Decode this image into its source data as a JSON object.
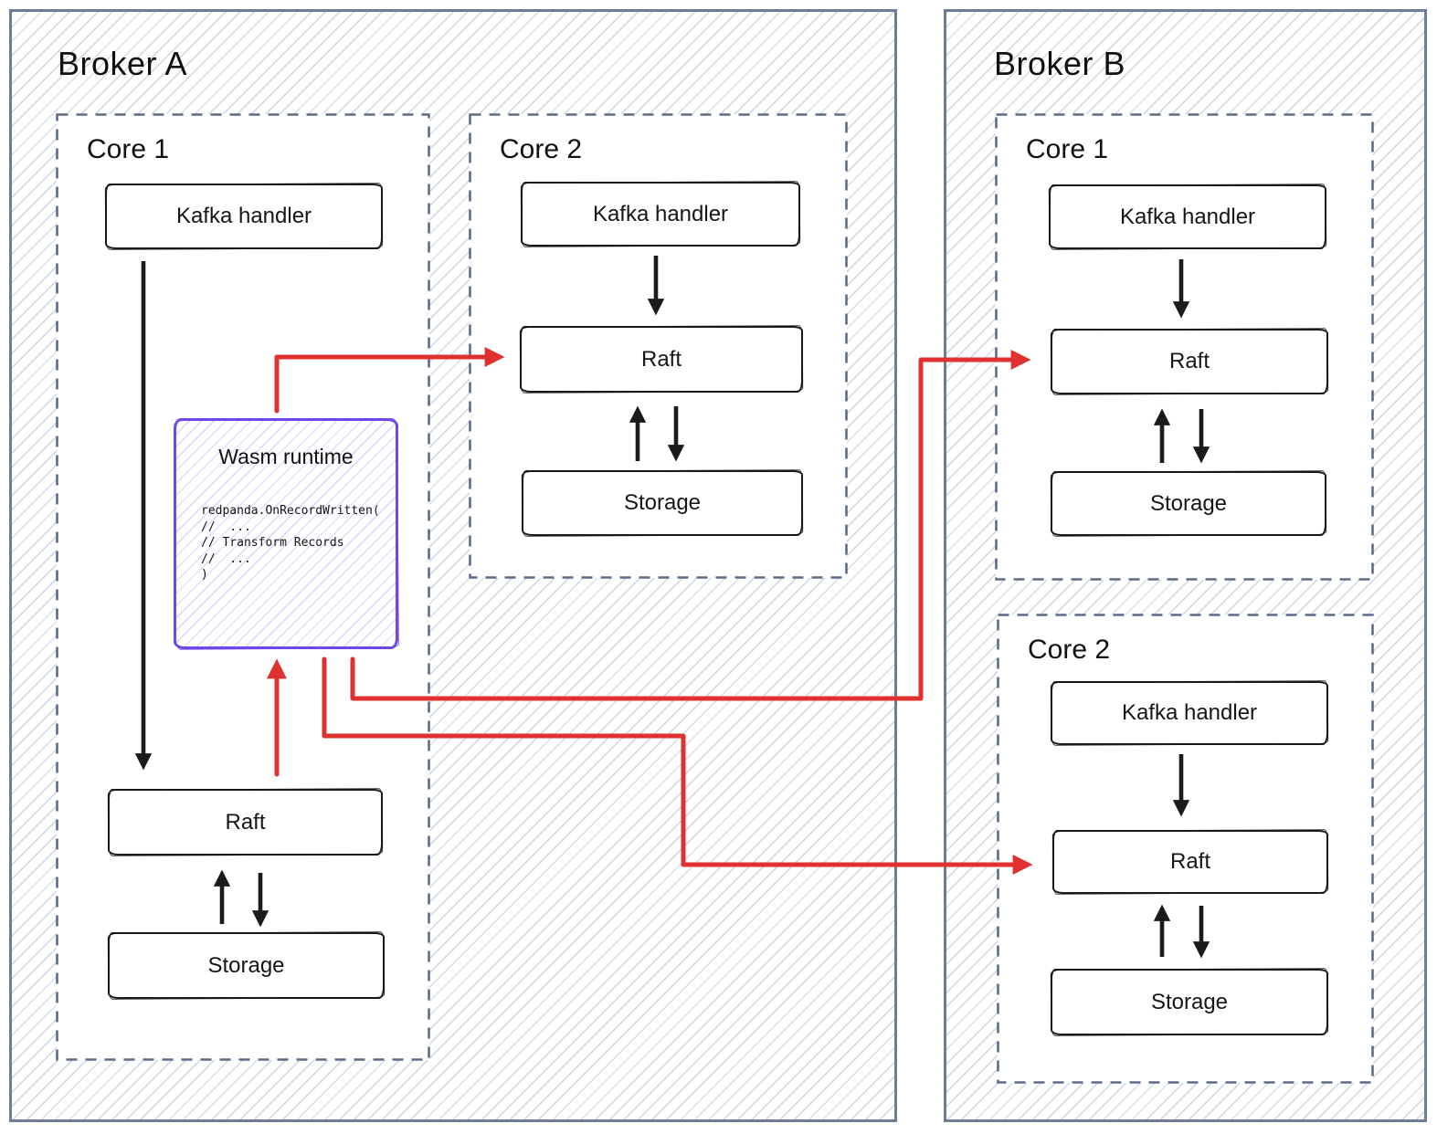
{
  "diagram": {
    "broker_a": {
      "title": "Broker A",
      "core1": {
        "title": "Core 1",
        "kafka_label": "Kafka handler",
        "raft_label": "Raft",
        "storage_label": "Storage",
        "wasm_title": "Wasm runtime",
        "wasm_code": "redpanda.OnRecordWritten(\n//  ...\n// Transform Records\n//  ...\n)"
      },
      "core2": {
        "title": "Core 2",
        "kafka_label": "Kafka handler",
        "raft_label": "Raft",
        "storage_label": "Storage"
      }
    },
    "broker_b": {
      "title": "Broker B",
      "core1": {
        "title": "Core 1",
        "kafka_label": "Kafka handler",
        "raft_label": "Raft",
        "storage_label": "Storage"
      },
      "core2": {
        "title": "Core 2",
        "kafka_label": "Kafka handler",
        "raft_label": "Raft",
        "storage_label": "Storage"
      }
    },
    "colors": {
      "red_arrow": "#e03131",
      "purple_accent": "#7048e8",
      "frame_border": "#6e7d96",
      "dashed_border": "#5d6c88",
      "hatch_line": "#ccd4e2",
      "wasm_hatch_line": "#ded4f8",
      "ink": "#1b1b1b"
    }
  }
}
